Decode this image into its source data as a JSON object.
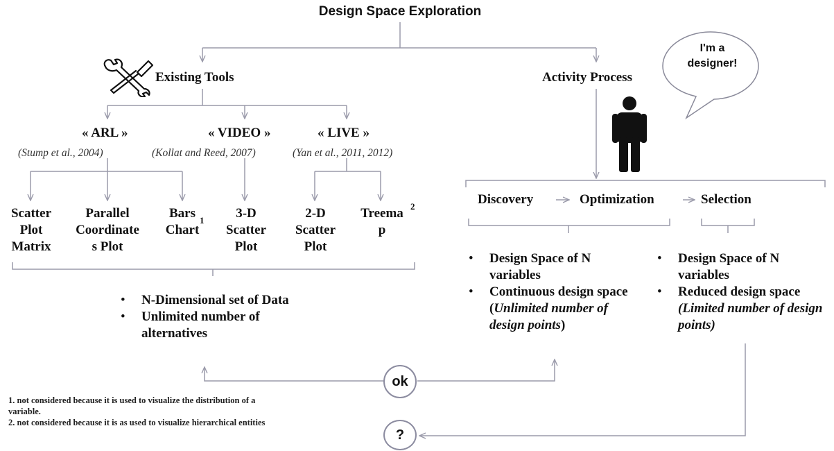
{
  "title": "Design Space Exploration",
  "left_branch": {
    "label": "Existing Tools",
    "icon": "tools-icon",
    "tools": [
      {
        "name": "« ARL »",
        "citation": "(Stump et al., 2004)"
      },
      {
        "name": "« VIDEO »",
        "citation": "(Kollat and Reed, 2007)"
      },
      {
        "name": "« LIVE »",
        "citation": "(Yan et al., 2011, 2012)"
      }
    ],
    "techniques": {
      "scatter_plot_matrix": [
        "Scatter",
        "Plot",
        "Matrix"
      ],
      "parallel_coordinates": [
        "Parallel",
        "Coordinate",
        "s Plot"
      ],
      "bars_chart": [
        "Bars",
        "Chart"
      ],
      "bars_note": "1",
      "scatter_3d": [
        "3-D",
        "Scatter",
        "Plot"
      ],
      "scatter_2d": [
        "2-D",
        "Scatter",
        "Plot"
      ],
      "treemap": [
        "Treema",
        "p"
      ],
      "treemap_note": "2"
    },
    "summary": [
      "N-Dimensional set of Data",
      "Unlimited number of alternatives"
    ]
  },
  "right_branch": {
    "label": "Activity Process",
    "speech_bubble": "I'm a designer!",
    "person_icon": "person-icon",
    "stages": [
      "Discovery",
      "Optimization",
      "Selection"
    ],
    "discovery_summary": {
      "item1": "Design Space of N variables",
      "item2_bold": "Continuous design space (",
      "item2_ital": "Unlimited number of design points",
      "item2_end": ")"
    },
    "selection_summary": {
      "item1": "Design Space of N variables",
      "item2_bold": "Reduced design space",
      "item2_ital": "(Limited number of design points)"
    }
  },
  "ok_label": "ok",
  "question_label": "?",
  "footnotes": [
    "1. not considered because it is used to visualize the distribution of a variable.",
    "2. not considered because it is as used to visualize hierarchical entities"
  ],
  "colors": {
    "line": "#9a9aaa",
    "circle_border": "#8c8ca0",
    "text": "#111111"
  }
}
